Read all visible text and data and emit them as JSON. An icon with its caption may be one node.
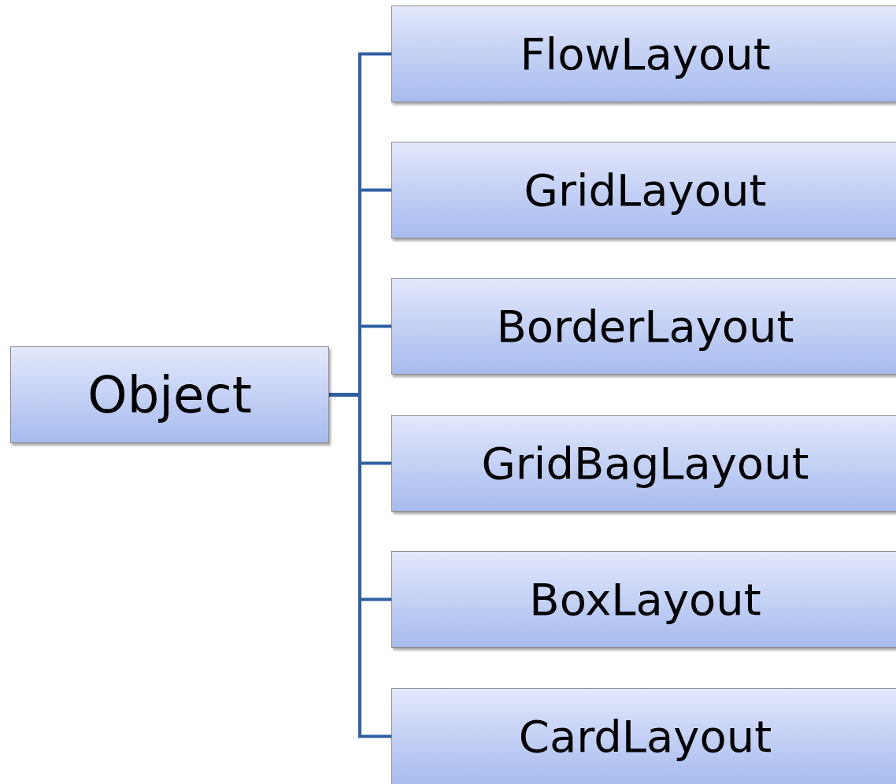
{
  "diagram": {
    "nodes": [
      {
        "text": [
          "Object"
        ]
      },
      {
        "text": [
          "FlowLayout"
        ]
      },
      {
        "text": [
          "GridLayout"
        ]
      },
      {
        "text": [
          "BorderLayout"
        ]
      },
      {
        "text": [
          "GridBagLayout"
        ]
      },
      {
        "text": [
          "BoxLayout"
        ]
      },
      {
        "text": [
          "CardLayout"
        ]
      }
    ],
    "edges": [
      {
        "from": 0,
        "to": 1,
        "arrow": "none"
      },
      {
        "from": 0,
        "to": 2,
        "arrow": "none"
      },
      {
        "from": 0,
        "to": 3,
        "arrow": "none"
      },
      {
        "from": 0,
        "to": 4,
        "arrow": "none"
      },
      {
        "from": 0,
        "to": 5,
        "arrow": "none"
      },
      {
        "from": 0,
        "to": 6,
        "arrow": "none"
      }
    ]
  }
}
